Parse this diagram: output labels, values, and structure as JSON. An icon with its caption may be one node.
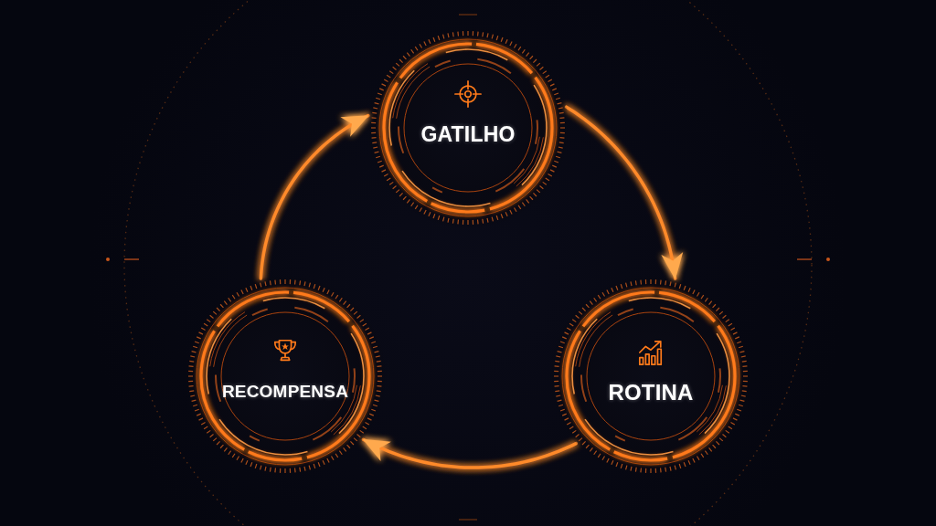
{
  "diagram": {
    "nodes": [
      {
        "text": [
          "GATILHO"
        ]
      },
      {
        "text": [
          "RECOMPENSA"
        ]
      },
      {
        "text": [
          "ROTINA"
        ]
      }
    ],
    "edges": [
      {
        "from": 0,
        "to": 2,
        "arrow": "to"
      },
      {
        "from": 2,
        "to": 1,
        "arrow": "to"
      },
      {
        "from": 1,
        "to": 0,
        "arrow": "to"
      }
    ]
  }
}
